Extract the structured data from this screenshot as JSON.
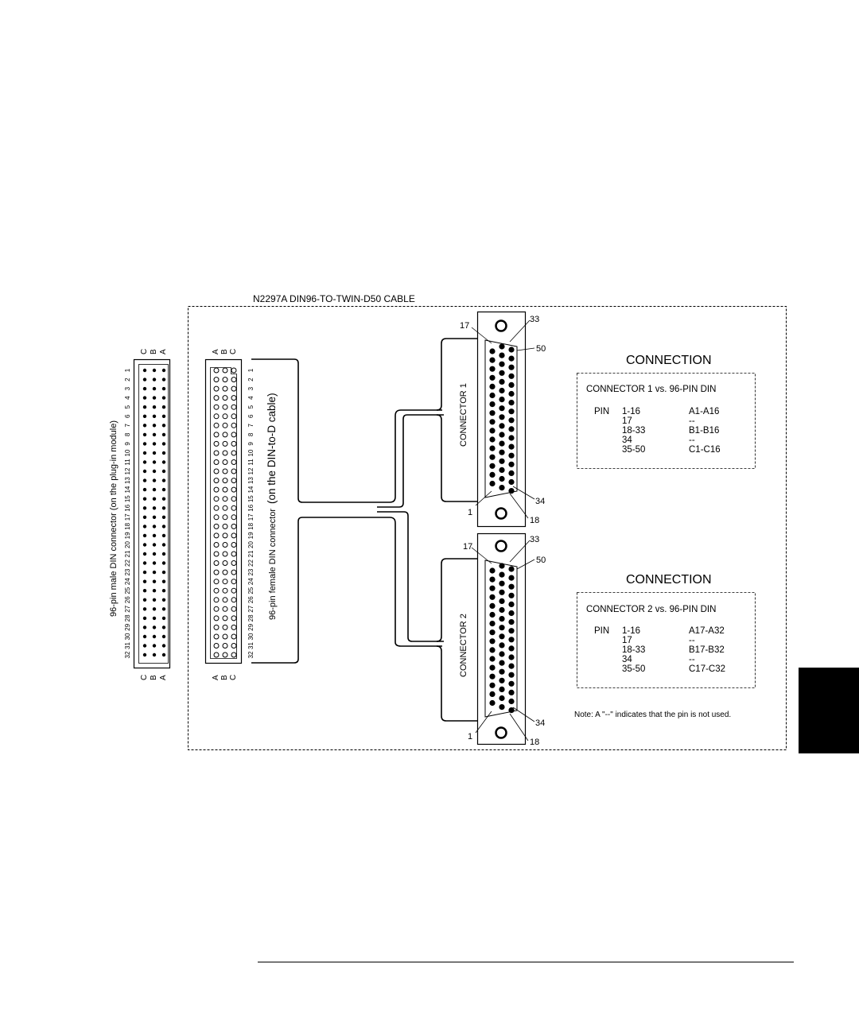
{
  "diagram": {
    "title": "N2297A DIN96-TO-TWIN-D50 CABLE",
    "male_din": {
      "label": "96-pin male  DIN connector (on the plug-in module)",
      "row_letters_top": [
        "C",
        "B",
        "A"
      ],
      "row_letters_bottom": [
        "C",
        "B",
        "A"
      ],
      "pin_numbers": [
        "1",
        "2",
        "3",
        "4",
        "5",
        "6",
        "7",
        "8",
        "9",
        "10",
        "11",
        "12",
        "13",
        "14",
        "15",
        "16",
        "17",
        "18",
        "19",
        "20",
        "21",
        "22",
        "23",
        "24",
        "25",
        "26",
        "27",
        "28",
        "29",
        "30",
        "31",
        "32"
      ]
    },
    "female_din": {
      "label": "96-pin female  DIN connector",
      "label_emphasis": "(on the DIN-to-D cable)",
      "row_letters_top": [
        "A",
        "B",
        "C"
      ],
      "row_letters_bottom": [
        "A",
        "B",
        "C"
      ],
      "pin_numbers": [
        "1",
        "2",
        "3",
        "4",
        "5",
        "6",
        "7",
        "8",
        "9",
        "10",
        "11",
        "12",
        "13",
        "14",
        "15",
        "16",
        "17",
        "18",
        "19",
        "20",
        "21",
        "22",
        "23",
        "24",
        "25",
        "26",
        "27",
        "28",
        "29",
        "30",
        "31",
        "32"
      ]
    },
    "d50_connectors": [
      {
        "label": "CONNECTOR 1",
        "pin_callouts": {
          "p17": "17",
          "p33": "33",
          "p50": "50",
          "p1": "1",
          "p34": "34",
          "p18": "18"
        }
      },
      {
        "label": "CONNECTOR 2",
        "pin_callouts": {
          "p17": "17",
          "p33": "33",
          "p50": "50",
          "p1": "1",
          "p34": "34",
          "p18": "18"
        }
      }
    ],
    "tables": [
      {
        "heading": "CONNECTION",
        "subheading": "CONNECTOR 1  vs.  96-PIN DIN",
        "pin_label": "PIN",
        "rows": [
          {
            "pin": "1-16",
            "din": "A1-A16"
          },
          {
            "pin": "17",
            "din": "--"
          },
          {
            "pin": "18-33",
            "din": "B1-B16"
          },
          {
            "pin": "34",
            "din": "--"
          },
          {
            "pin": "35-50",
            "din": "C1-C16"
          }
        ]
      },
      {
        "heading": "CONNECTION",
        "subheading": "CONNECTOR 2  vs.  96-PIN DIN",
        "pin_label": "PIN",
        "rows": [
          {
            "pin": "1-16",
            "din": "A17-A32"
          },
          {
            "pin": "17",
            "din": "--"
          },
          {
            "pin": "18-33",
            "din": "B17-B32"
          },
          {
            "pin": "34",
            "din": "--"
          },
          {
            "pin": "35-50",
            "din": "C17-C32"
          }
        ]
      }
    ],
    "note": "Note: A  \"--\" indicates that the pin is not used."
  }
}
